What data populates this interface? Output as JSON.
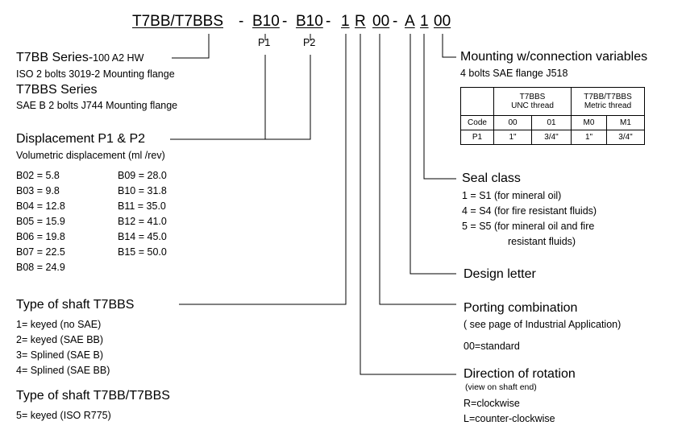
{
  "code": {
    "series": "T7BB/T7BBS",
    "sep": "-",
    "p1": "B10",
    "p2": "B10",
    "shaft": "1",
    "rotation": "R",
    "porting": "00",
    "design": "A",
    "seal": "1",
    "mounting": "00",
    "p1_label": "P1",
    "p2_label": "P2"
  },
  "series_block": {
    "line1_main": "T7BB Series-",
    "line1_suffix": "100 A2 HW",
    "line2": "ISO 2 bolts 3019-2 Mounting flange",
    "line3": "T7BBS Series",
    "line4": "SAE B 2 bolts J744 Mounting flange"
  },
  "displacement": {
    "title": "Displacement P1 & P2",
    "subtitle": "Volumetric displacement (ml /rev)",
    "col1": [
      "B02 = 5.8",
      "B03 = 9.8",
      "B04 = 12.8",
      "B05 = 15.9",
      "B06 = 19.8",
      "B07 = 22.5",
      "B08 = 24.9"
    ],
    "col2": [
      "B09 = 28.0",
      "B10 = 31.8",
      "B11 = 35.0",
      "B12 = 41.0",
      "B14 = 45.0",
      "B15 = 50.0"
    ]
  },
  "shaft_t7bbs": {
    "title": "Type of shaft T7BBS",
    "items": [
      "1= keyed (no SAE)",
      "2= keyed (SAE BB)",
      "3= Splined (SAE B)",
      "4= Splined (SAE BB)"
    ]
  },
  "shaft_t7bb": {
    "title": "Type of shaft T7BB/T7BBS",
    "items": [
      "5= keyed (ISO R775)"
    ]
  },
  "mounting": {
    "title": "Mounting w/connection variables",
    "subtitle": "4 bolts SAE flange J518",
    "table": {
      "group1": "T7BBS",
      "group1_sub": "UNC thread",
      "group2": "T7BB/T7BBS",
      "group2_sub": "Metric thread",
      "row_code": [
        "Code",
        "00",
        "01",
        "M0",
        "M1"
      ],
      "row_p1": [
        "P1",
        "1\"",
        "3/4\"",
        "1\"",
        "3/4\""
      ]
    }
  },
  "seal": {
    "title": "Seal class",
    "items": [
      "1 = S1 (for mineral oil)",
      "4 = S4 (for fire resistant fluids)",
      "5 = S5 (for mineral oil and fire",
      "resistant fluids)"
    ]
  },
  "design": {
    "title": "Design letter"
  },
  "porting": {
    "title": "Porting combination",
    "subtitle": "( see page of Industrial Application)",
    "value": "00=standard"
  },
  "rotation": {
    "title": "Direction of rotation",
    "subtitle": "(view on shaft end)",
    "items": [
      "R=clockwise",
      "L=counter-clockwise"
    ]
  }
}
